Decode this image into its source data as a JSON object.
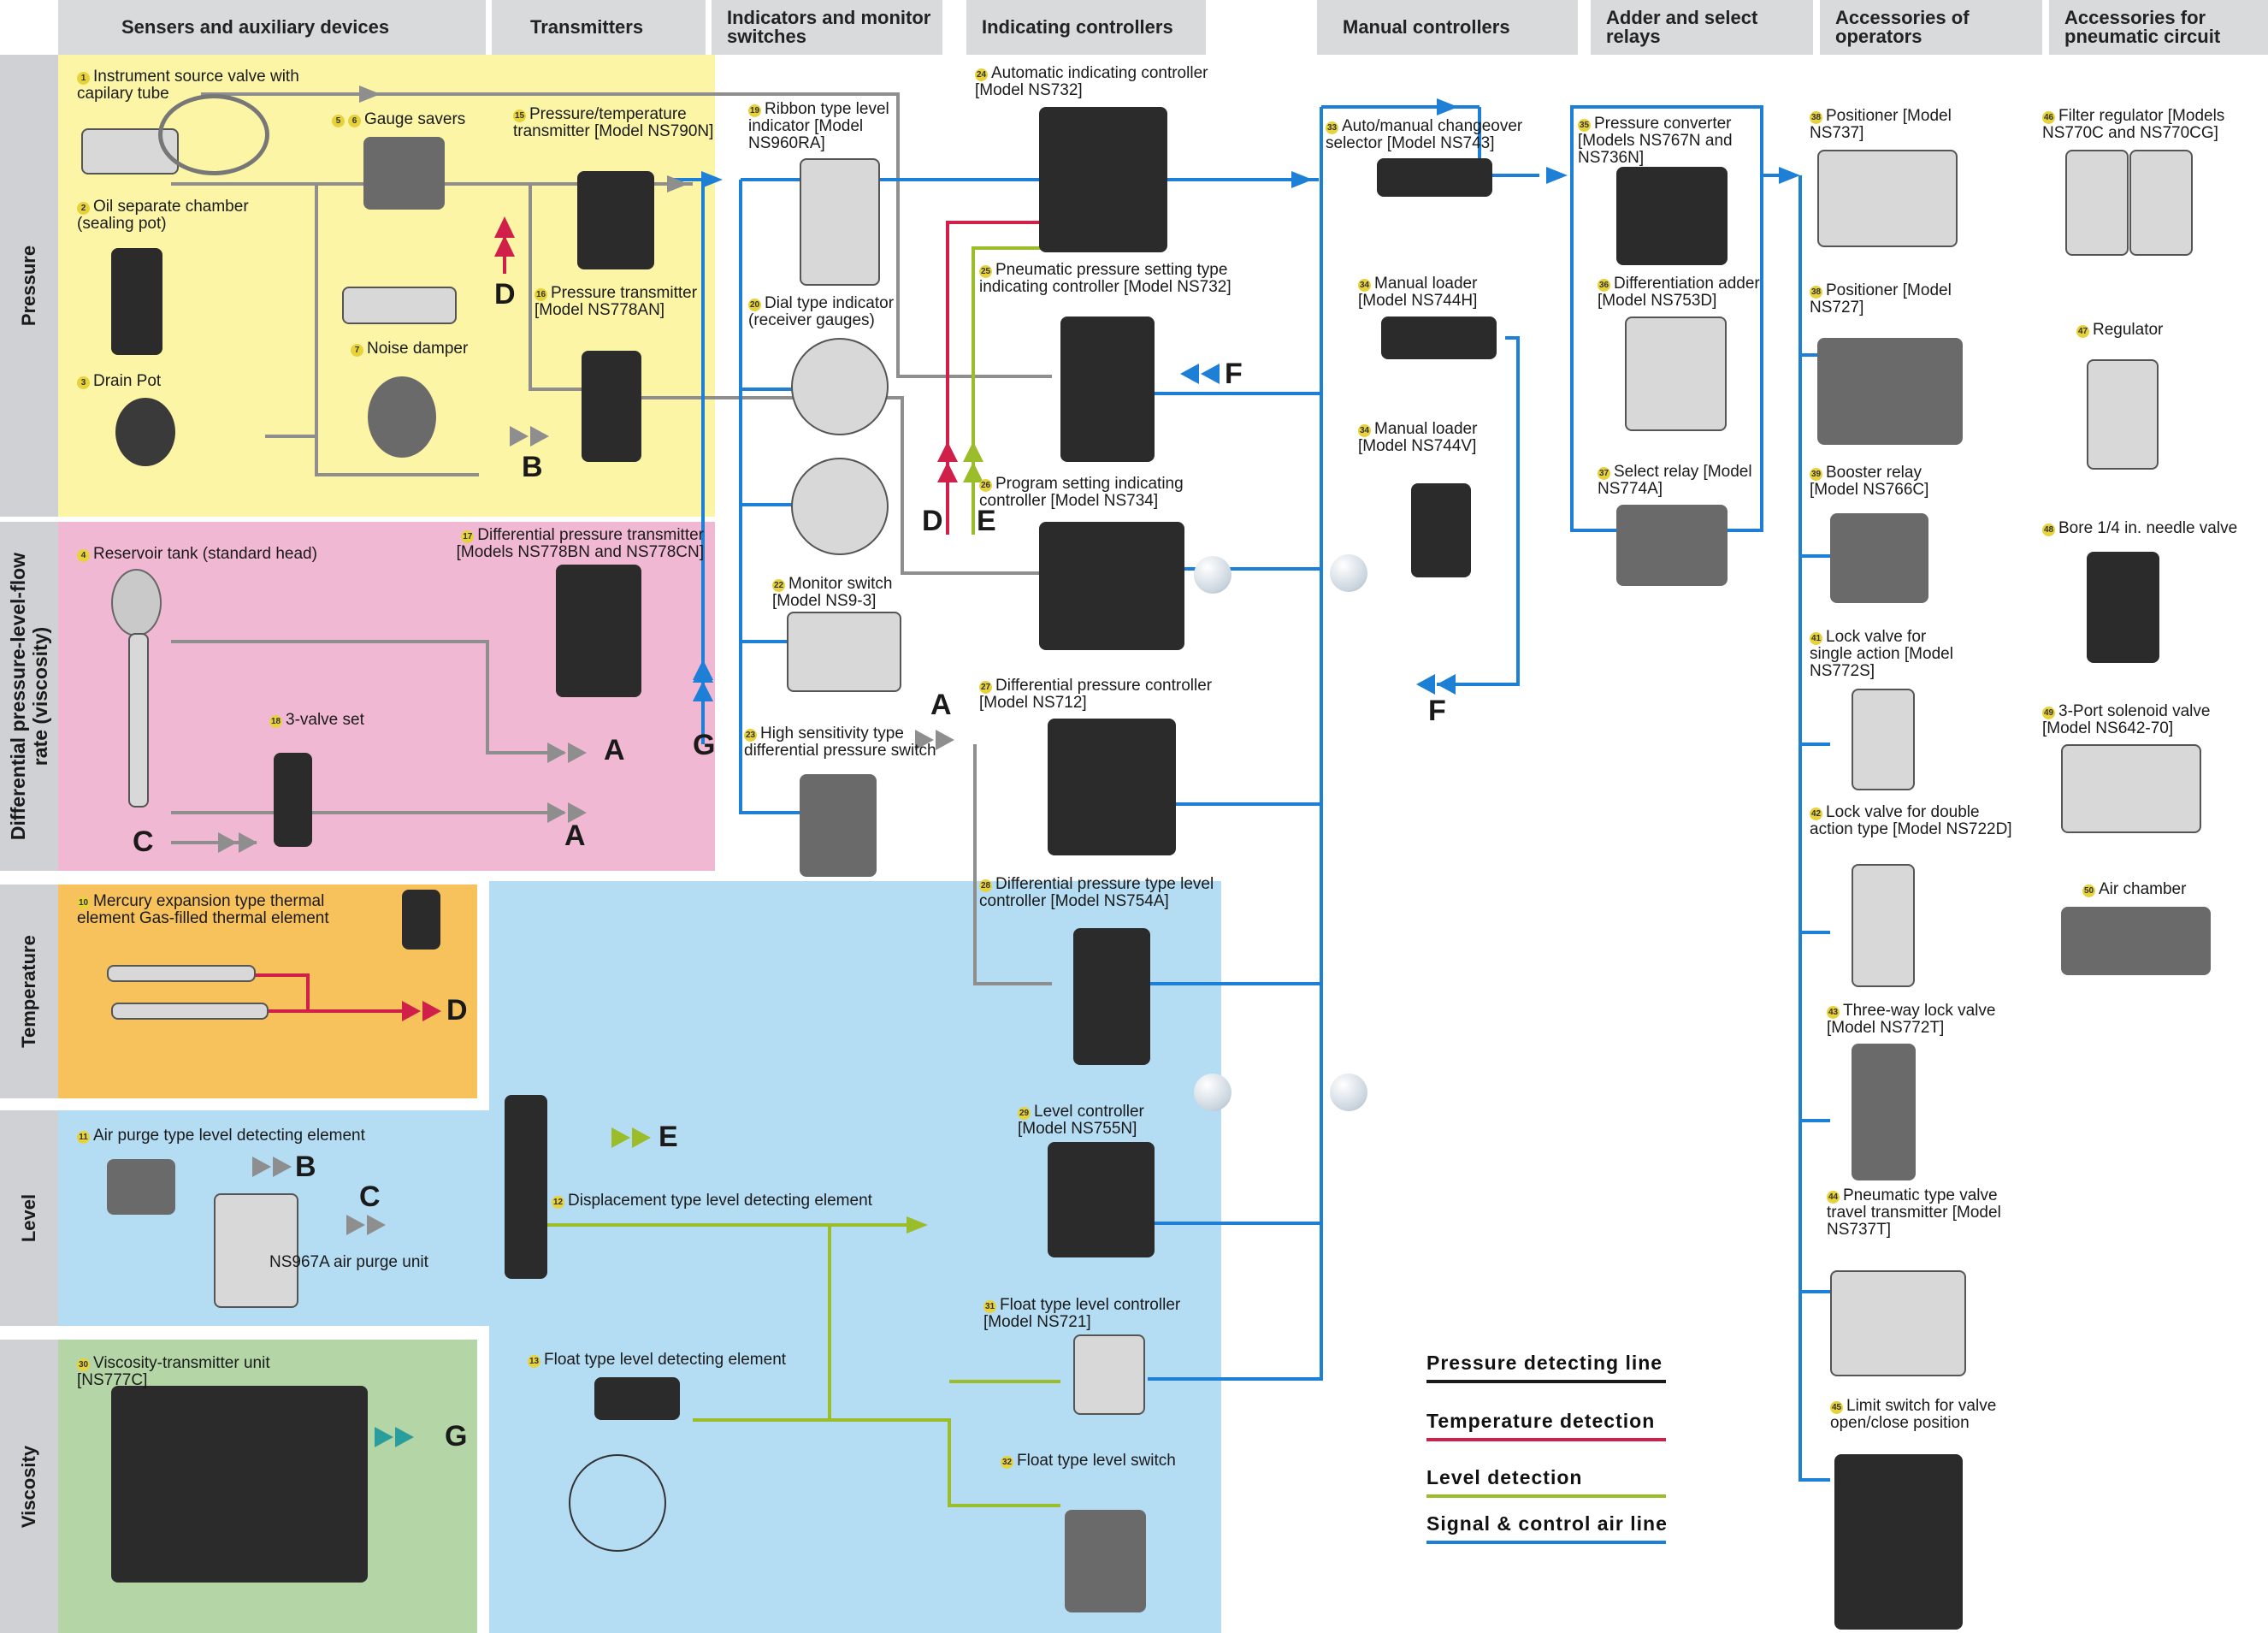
{
  "headers": [
    "Sensers and auxiliary devices",
    "Transmitters",
    "Indicators and monitor switches",
    "Indicating controllers",
    "Manual controllers",
    "Adder and select relays",
    "Accessories of operators",
    "Accessories for pneumatic circuit"
  ],
  "sections": {
    "pressure": "Pressure",
    "dp": "Differential pressure-level-flow rate (viscosity)",
    "temperature": "Temperature",
    "level": "Level",
    "viscosity": "Viscosity"
  },
  "labels": {
    "l1": "Instrument source valve with capilary tube",
    "l2": "Oil separate chamber (sealing pot)",
    "l3": "Drain Pot",
    "l4": "Reservoir tank (standard head)",
    "l56": "Gauge savers",
    "l7": "Noise damper",
    "l10": "Mercury expansion type thermal element Gas-filled thermal element",
    "l11": "Air purge type level detecting element",
    "l11b": "NS967A air purge unit",
    "l12": "Displacement type level detecting element",
    "l13": "Float type level detecting element",
    "l15": "Pressure/temperature transmitter [Model NS790N]",
    "l16": "Pressure transmitter [Model NS778AN]",
    "l17": "Differential pressure transmitter [Models NS778BN and NS778CN]",
    "l18": "3-valve set",
    "l19": "Ribbon type level indicator [Model NS960RA]",
    "l20": "Dial type indicator (receiver gauges)",
    "l22": "Monitor switch [Model NS9-3]",
    "l23": "High sensitivity type differential pressure switch",
    "l24": "Automatic indicating controller [Model NS732]",
    "l25": "Pneumatic pressure setting type indicating controller [Model NS732]",
    "l26": "Program setting indicating controller [Model NS734]",
    "l27": "Differential pressure controller [Model NS712]",
    "l28": "Differential pressure type level controller [Model NS754A]",
    "l29": "Level controller [Model NS755N]",
    "l30": "Viscosity-transmitter unit [NS777C]",
    "l31": "Float type level controller [Model NS721]",
    "l32": "Float type level switch",
    "l33": "Auto/manual changeover selector [Model NS743]",
    "l34h": "Manual loader [Model NS744H]",
    "l34v": "Manual loader [Model NS744V]",
    "l35": "Pressure converter [Models NS767N and NS736N]",
    "l36": "Differentiation adder [Model NS753D]",
    "l37": "Select relay [Model NS774A]",
    "l38": "Positioner [Model NS737]",
    "l38b": "Positioner [Model NS727]",
    "l39": "Booster relay [Model NS766C]",
    "l41": "Lock valve for single action [Model NS772S]",
    "l42": "Lock valve for double action type [Model NS722D]",
    "l43": "Three-way lock valve [Model NS772T]",
    "l44": "Pneumatic type valve travel transmitter [Model NS737T]",
    "l45": "Limit switch for valve open/close position",
    "l46": "Filter regulator [Models NS770C and NS770CG]",
    "l47": "Regulator",
    "l48": "Bore 1/4 in. needle valve",
    "l49": "3-Port solenoid valve [Model NS642-70]",
    "l50": "Air chamber"
  },
  "letters": {
    "a": "A",
    "b": "B",
    "c": "C",
    "d": "D",
    "e": "E",
    "f": "F",
    "g": "G"
  },
  "legend": [
    {
      "text": "Pressure detecting line",
      "color": "#1a1a1a"
    },
    {
      "text": "Temperature detection",
      "color": "#d0204a"
    },
    {
      "text": "Level detection",
      "color": "#9bbd2a"
    },
    {
      "text": "Signal & control air line",
      "color": "#1e7fd6"
    }
  ],
  "colors": {
    "pressure_zone": "#fbf5a5",
    "dp_zone": "#f1b8d3",
    "temperature_zone": "#f7c15c",
    "level_zone": "#b4dcf3",
    "viscosity_zone": "#b4d6a6",
    "pressure_line": "#8e8e8e",
    "temperature_line": "#d0204a",
    "level_line": "#9bbd2a",
    "signal_line": "#1e7fd6"
  }
}
